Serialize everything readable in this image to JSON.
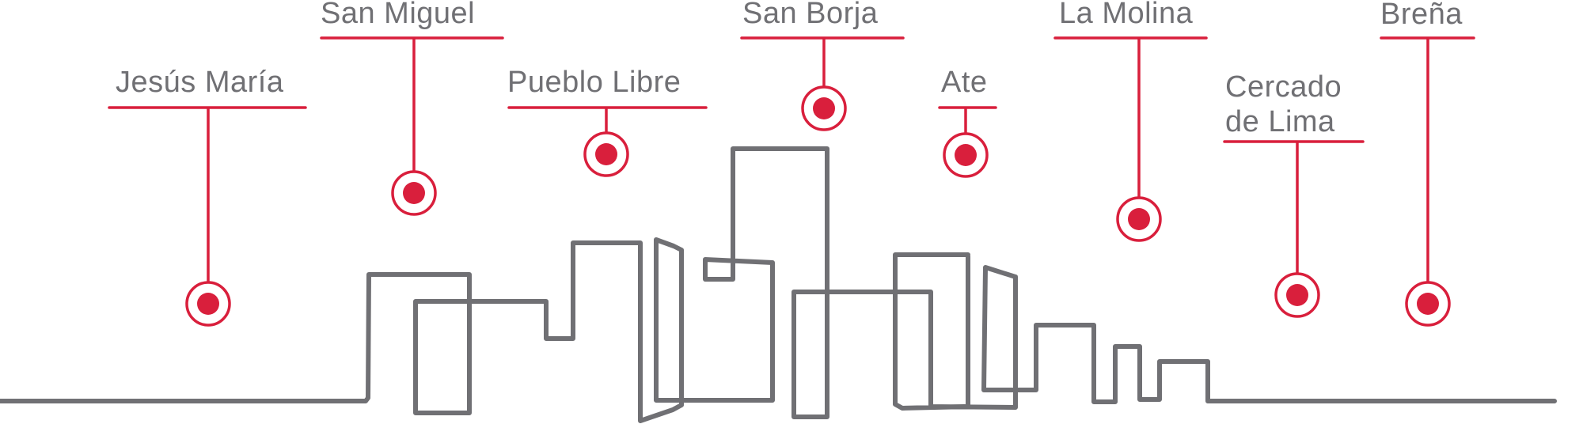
{
  "colors": {
    "accent": "#d91f3c",
    "skyline": "#707074",
    "label": "#707074",
    "background": "#ffffff"
  },
  "districts": [
    {
      "id": "jesus-maria",
      "label": "Jesús María"
    },
    {
      "id": "san-miguel",
      "label": "San Miguel"
    },
    {
      "id": "pueblo-libre",
      "label": "Pueblo Libre"
    },
    {
      "id": "san-borja",
      "label": "San Borja"
    },
    {
      "id": "ate",
      "label": "Ate"
    },
    {
      "id": "la-molina",
      "label": "La Molina"
    },
    {
      "id": "cercado-de-lima",
      "label": "Cercado\nde Lima"
    },
    {
      "id": "brena",
      "label": "Breña"
    }
  ]
}
